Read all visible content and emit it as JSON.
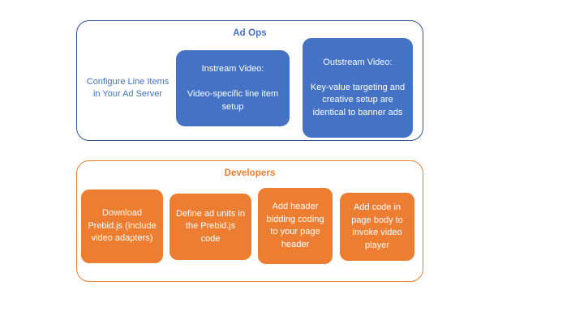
{
  "diagram": {
    "groups": [
      {
        "name": "ad-ops",
        "title": "Ad Ops",
        "title_color": "#4472C4",
        "border_color": "#2F5597",
        "cells": [
          {
            "name": "configure-line-items",
            "style": "plain",
            "text_color": "#4472C4",
            "text": "Configure Line Items in Your Ad Server"
          },
          {
            "name": "instream-video",
            "style": "filled",
            "fill": "#4472C4",
            "text_color": "#FFFFFF",
            "text": "Instream Video:\n\nVideo-specific line item setup"
          },
          {
            "name": "outstream-video",
            "style": "filled",
            "fill": "#4472C4",
            "text_color": "#FFFFFF",
            "text": "Outstream Video:\n\nKey-value targeting and creative setup are identical to banner ads"
          }
        ]
      },
      {
        "name": "developers",
        "title": "Developers",
        "title_color": "#ED7D31",
        "border_color": "#ED7D31",
        "cells": [
          {
            "name": "download-prebid",
            "style": "filled",
            "fill": "#ED7D31",
            "text_color": "#FFFFFF",
            "text": "Download Prebid.js (include video adapters)"
          },
          {
            "name": "define-ad-units",
            "style": "filled",
            "fill": "#ED7D31",
            "text_color": "#FFFFFF",
            "text": "Define ad units in the Prebid.js code"
          },
          {
            "name": "add-header-bidding-code",
            "style": "filled",
            "fill": "#ED7D31",
            "text_color": "#FFFFFF",
            "text": "Add header bidding coding to your page header"
          },
          {
            "name": "add-code-page-body",
            "style": "filled",
            "fill": "#ED7D31",
            "text_color": "#FFFFFF",
            "text": "Add code in page body to invoke video player"
          }
        ]
      }
    ]
  }
}
